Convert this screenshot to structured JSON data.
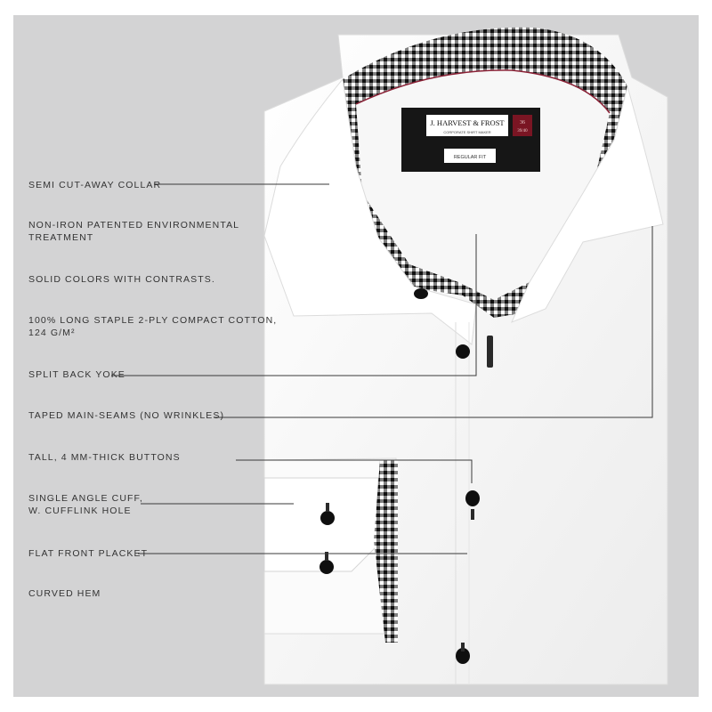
{
  "image": {
    "background_color": "#d3d3d4",
    "subject": "shirt"
  },
  "brand_label": {
    "brand": "J. HARVEST & FROST",
    "tagline": "CORPORATE SHIRT MAKER",
    "size_top": "36",
    "size_bottom": "39/40",
    "fit": "REGULAR FIT"
  },
  "features": [
    {
      "text": "SEMI CUT-AWAY COLLAR"
    },
    {
      "line1": "NON-IRON PATENTED ENVIRONMENTAL",
      "line2": "TREATMENT"
    },
    {
      "text": "SOLID COLORS WITH CONTRASTS."
    },
    {
      "line1": "100% LONG STAPLE 2-PLY COMPACT COTTON,",
      "line2": "124 G/M²"
    },
    {
      "text": "SPLIT BACK YOKE"
    },
    {
      "text": "TAPED MAIN-SEAMS (NO WRINKLES)"
    },
    {
      "text": "TALL, 4 MM-THICK BUTTONS"
    },
    {
      "line1": "SINGLE ANGLE CUFF,",
      "line2": "W. CUFFLINK HOLE"
    },
    {
      "text": "FLAT FRONT PLACKET"
    },
    {
      "text": "CURVED HEM"
    }
  ]
}
